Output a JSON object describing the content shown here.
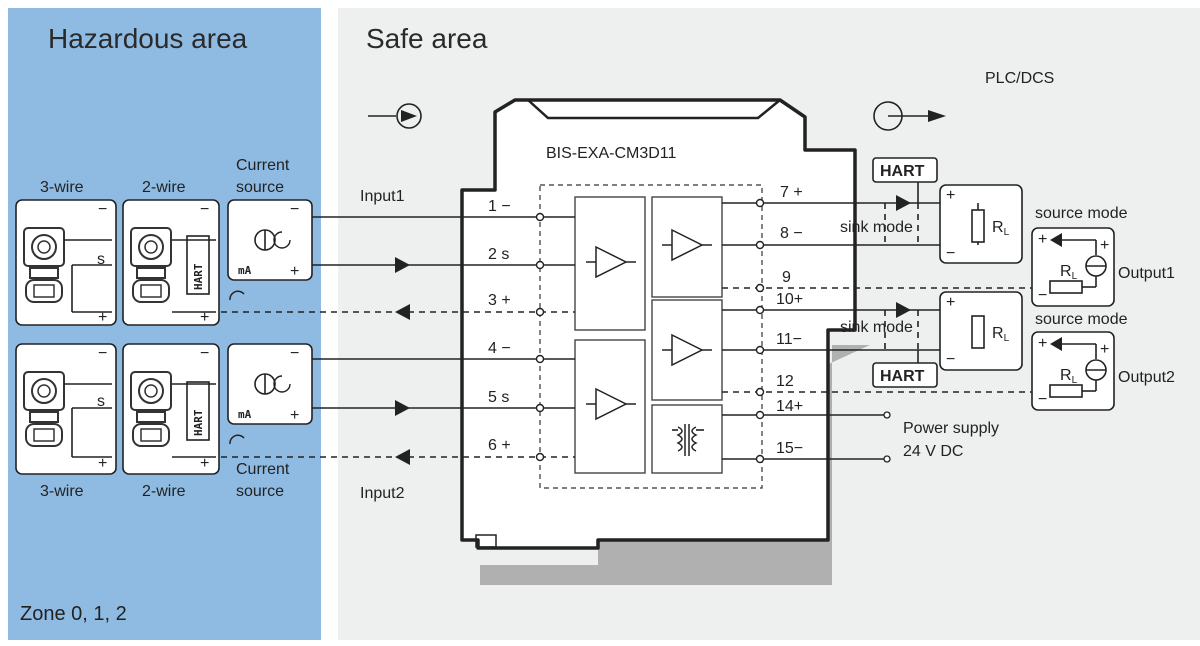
{
  "areas": {
    "hazardous": "Hazardous area",
    "safe": "Safe area",
    "zone": "Zone  0, 1, 2"
  },
  "device": {
    "name": "BIS-EXA-CM3D11",
    "plc": "PLC/DCS"
  },
  "inputs": {
    "input1": "Input1",
    "input2": "Input2"
  },
  "field_devices": {
    "three_wire_top": "3-wire",
    "two_wire_top": "2-wire",
    "current_source_top_1": "Current",
    "current_source_top_2": "source",
    "three_wire_bottom": "3-wire",
    "two_wire_bottom": "2-wire",
    "current_source_bottom_1": "Current",
    "current_source_bottom_2": "source",
    "ma": "mA",
    "s": "s",
    "hart": "HART"
  },
  "terminals": {
    "t1": "1 −",
    "t2": "2 s",
    "t3": "3 +",
    "t4": "4 −",
    "t5": "5 s",
    "t6": "6 +",
    "t7": "7 +",
    "t8": "8 −",
    "t9": "9",
    "t10": "10+",
    "t11": "11−",
    "t12": "12",
    "t14": "14+",
    "t15": "15−"
  },
  "outputs": {
    "hart": "HART",
    "sink_mode": "sink mode",
    "source_mode": "source mode",
    "output1": "Output1",
    "output2": "Output2",
    "rl_r": "R",
    "rl_sub": "L"
  },
  "power": {
    "line1": "Power supply",
    "line2": "24 V DC"
  },
  "colors": {
    "hazardous_fill": "#8fbbe3",
    "safe_fill": "#eef0f0",
    "shadow": "#b0b0b0"
  }
}
